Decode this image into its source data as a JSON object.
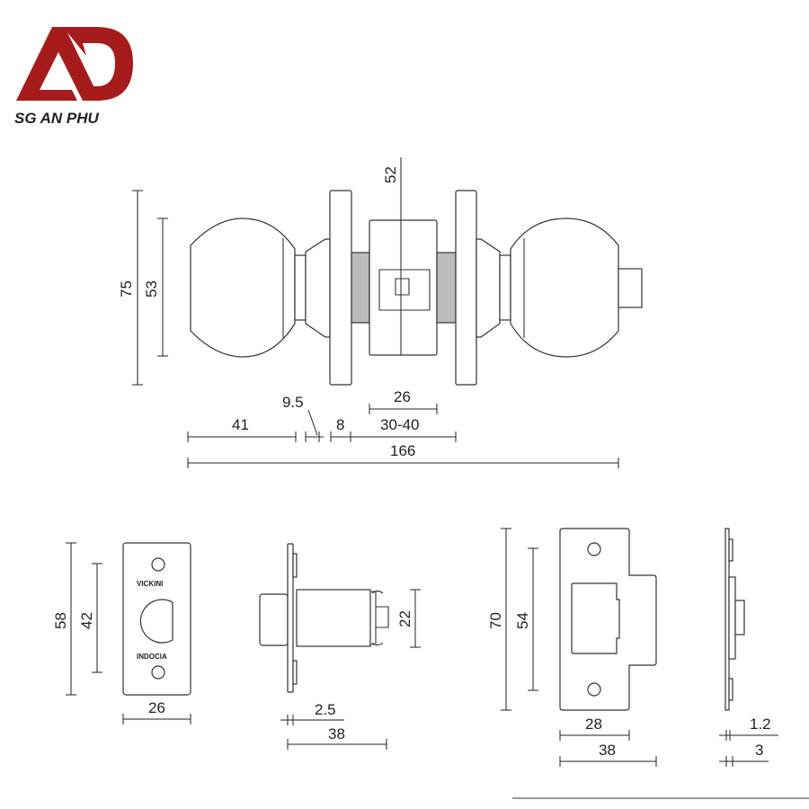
{
  "logo": {
    "name": "SG AN PHU",
    "mark": "AD",
    "color": "#a61c1c"
  },
  "top_view": {
    "dims": {
      "height_total": "75",
      "knob_dia": "53",
      "backset_line": "52",
      "chassis": "26",
      "knob_len": "41",
      "rose": "9.5",
      "gap": "8",
      "door_thickness": "30-40",
      "overall": "166"
    }
  },
  "latch_face": {
    "dims": {
      "height": "58",
      "hole_spacing": "42",
      "width": "26"
    },
    "stamp_top": "VICKINI",
    "stamp_bottom": "INDOCIA"
  },
  "latch_side": {
    "dims": {
      "body": "22",
      "plate": "2.5",
      "backset": "38"
    }
  },
  "strike": {
    "dims": {
      "height": "70",
      "hole_spacing": "54",
      "inner_width": "28",
      "width": "38"
    }
  },
  "strike_side": {
    "dims": {
      "thickness": "1.2",
      "depth": "3"
    }
  },
  "colors": {
    "line": "#333333",
    "logo_red": "#a61c1c"
  }
}
